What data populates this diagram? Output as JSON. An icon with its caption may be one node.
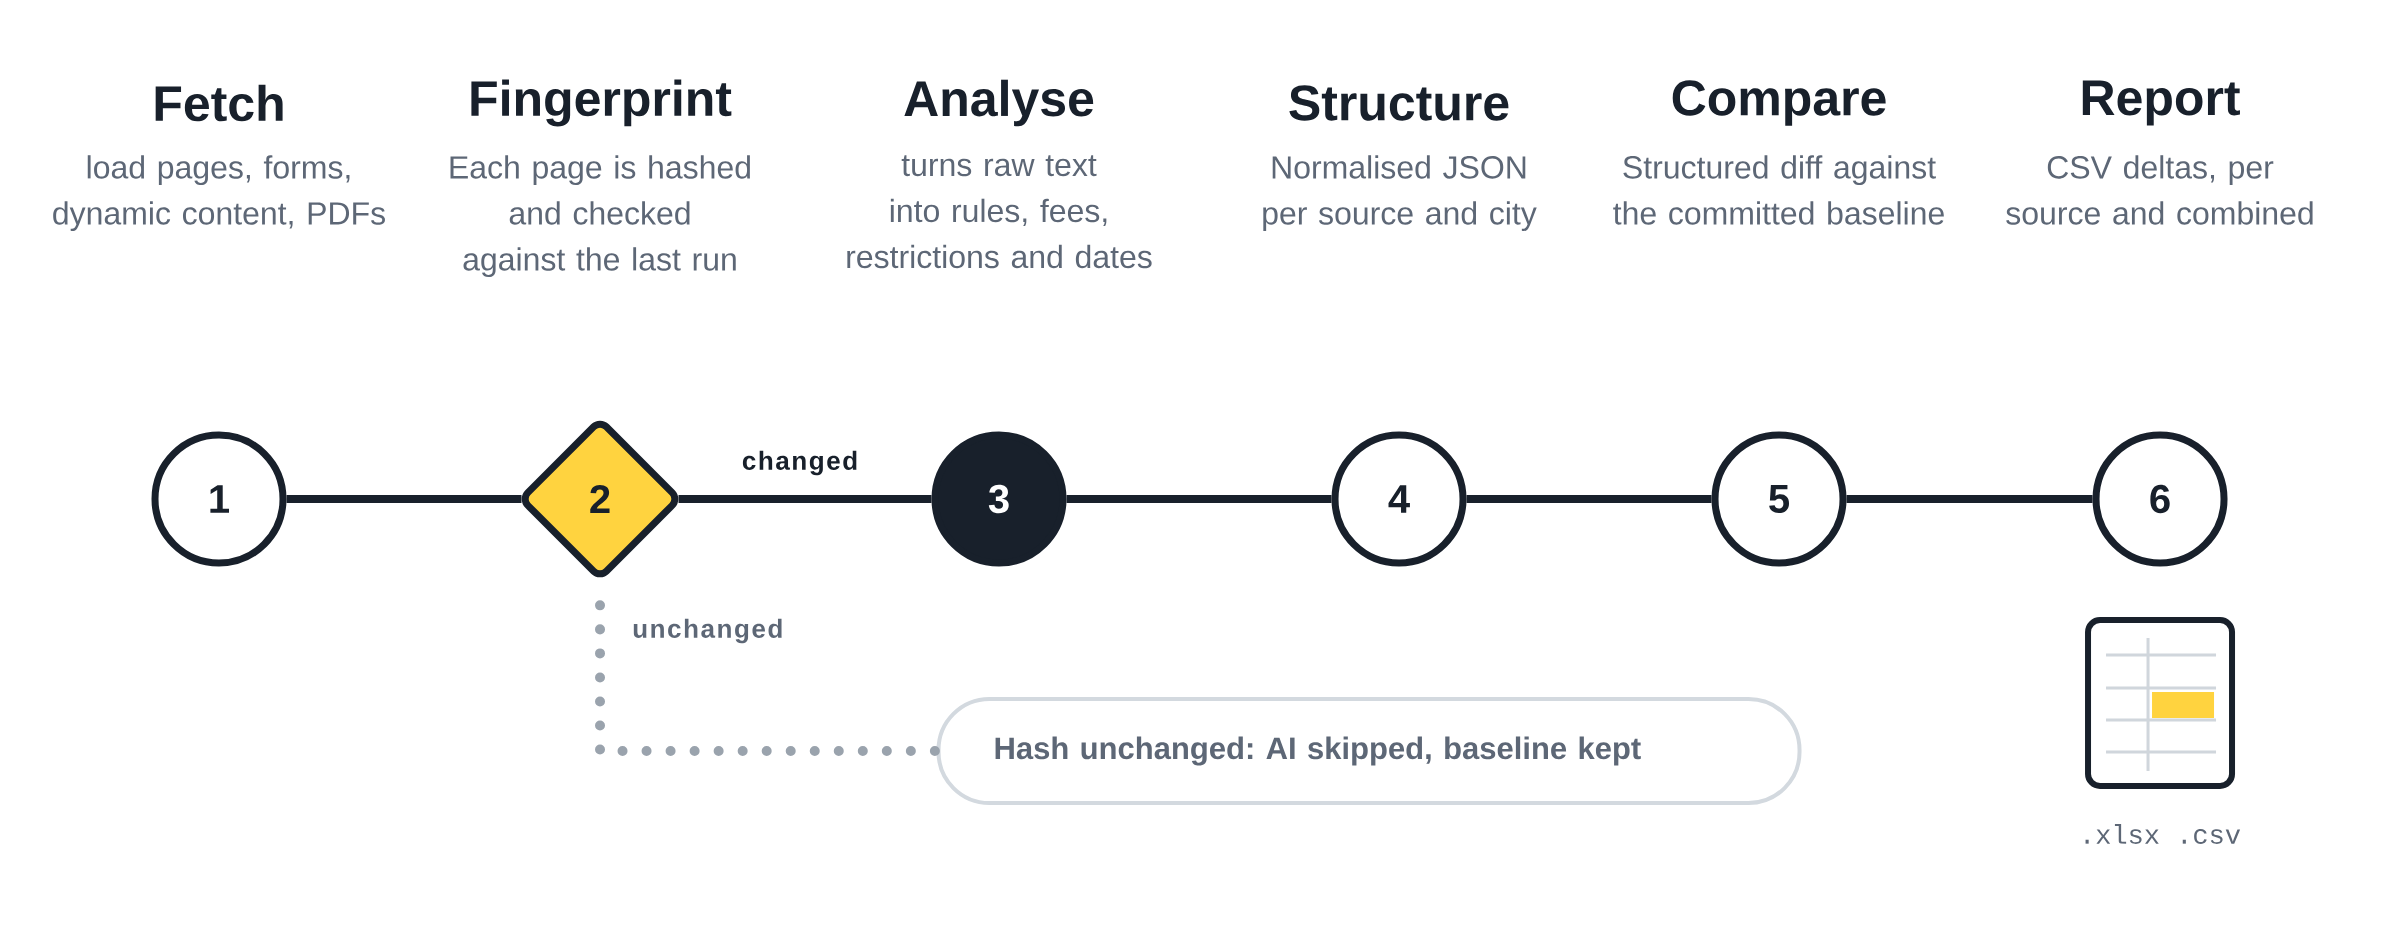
{
  "diagram": {
    "nodes": [
      {
        "text": [
          "1"
        ],
        "beside": [
          "Fetch",
          "load pages, forms, dynamic content, PDFs"
        ]
      },
      {
        "text": [
          "2"
        ],
        "beside": [
          "Fingerprint",
          "Each page is hashed and checked against the last run"
        ]
      },
      {
        "text": [
          "3"
        ],
        "beside": [
          "Analyse",
          "turns raw text into rules, fees, restrictions and dates"
        ]
      },
      {
        "text": [
          "4"
        ],
        "beside": [
          "Structure",
          "Normalised JSON per source and city"
        ]
      },
      {
        "text": [
          "5"
        ],
        "beside": [
          "Compare",
          "Structured diff against the committed baseline"
        ]
      },
      {
        "text": [
          "6"
        ],
        "beside": [
          "Report",
          "CSV deltas, per source and combined"
        ]
      },
      {
        "text": [
          "Hash unchanged: AI skipped, baseline kept"
        ]
      }
    ],
    "edges": [
      {
        "from": 0,
        "to": 1,
        "arrow": "none"
      },
      {
        "from": 1,
        "to": 2,
        "arrow": "none",
        "label": "changed"
      },
      {
        "from": 2,
        "to": 3,
        "arrow": "none"
      },
      {
        "from": 3,
        "to": 4,
        "arrow": "none"
      },
      {
        "from": 4,
        "to": 5,
        "arrow": "none"
      },
      {
        "from": 1,
        "to": 6,
        "arrow": "none",
        "label": "unchanged",
        "style": "dashed",
        "color": "#9aa3ad"
      }
    ],
    "labels": [
      ".xlsx .csv"
    ]
  }
}
